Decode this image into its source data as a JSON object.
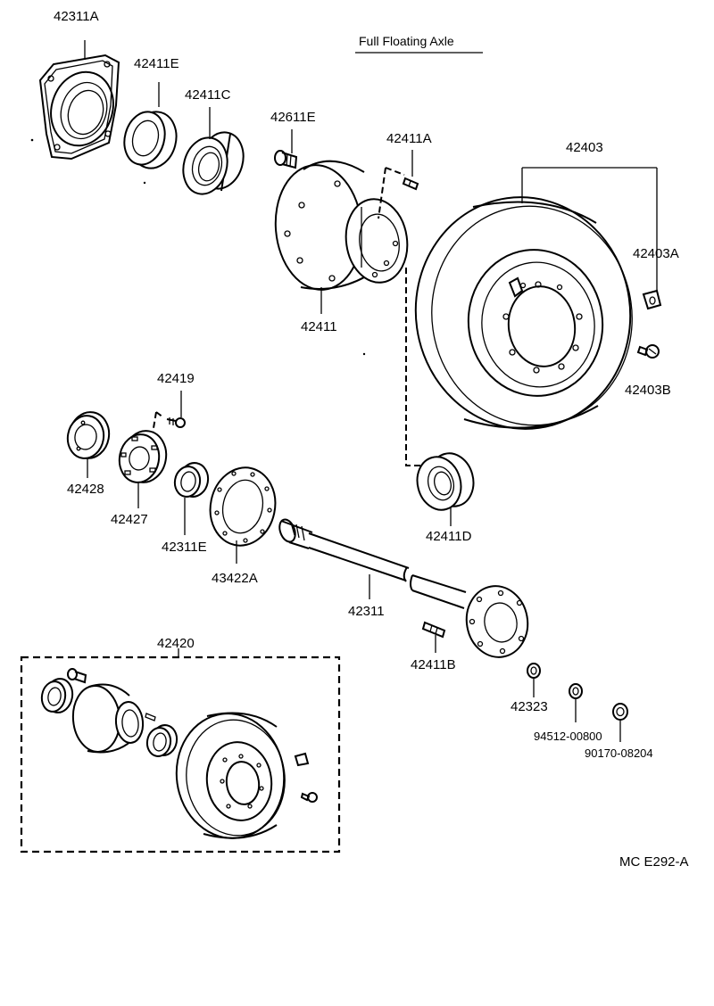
{
  "title": "Full Floating Axle",
  "code": "MC  E292-A",
  "labels": {
    "p42311A": "42311A",
    "p42411E": "42411E",
    "p42411C": "42411C",
    "p42611E": "42611E",
    "p42411A": "42411A",
    "p42403": "42403",
    "p42403A": "42403A",
    "p42403B": "42403B",
    "p42411": "42411",
    "p42419": "42419",
    "p42428": "42428",
    "p42427": "42427",
    "p42311E": "42311E",
    "p43422A": "43422A",
    "p42411D": "42411D",
    "p42311": "42311",
    "p42411B": "42411B",
    "p42420": "42420",
    "p42323": "42323",
    "p94512": "94512-00800",
    "p90170": "90170-08204"
  }
}
